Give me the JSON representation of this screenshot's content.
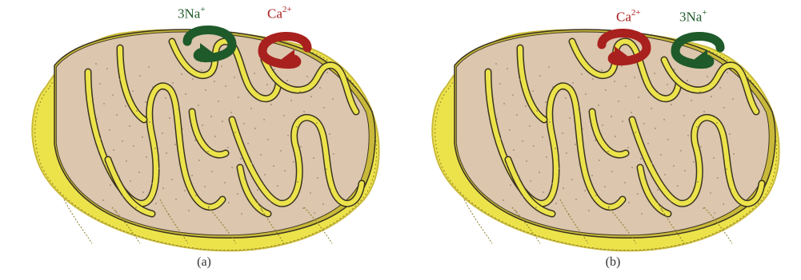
{
  "colors": {
    "outer_membrane": "#ece34b",
    "outer_membrane_dark": "#c9b93a",
    "matrix": "#dcc6ad",
    "matrix_shadow": "#cbb196",
    "membrane_line": "#3a3420",
    "sodium": "#1f5a2a",
    "calcium": "#a8211e"
  },
  "panels": [
    {
      "caption": "(a)",
      "left_ion": {
        "base": "3Na",
        "charge": "+",
        "color": "#1f5a2a"
      },
      "right_ion": {
        "base": "Ca",
        "charge": "2+",
        "color": "#a8211e"
      },
      "left_arrow": "sodium-influx-arrow",
      "right_arrow": "calcium-efflux-arrow"
    },
    {
      "caption": "(b)",
      "left_ion": {
        "base": "Ca",
        "charge": "2+",
        "color": "#a8211e"
      },
      "right_ion": {
        "base": "3Na",
        "charge": "+",
        "color": "#1f5a2a"
      },
      "left_arrow": "calcium-influx-arrow",
      "right_arrow": "sodium-efflux-arrow"
    }
  ]
}
